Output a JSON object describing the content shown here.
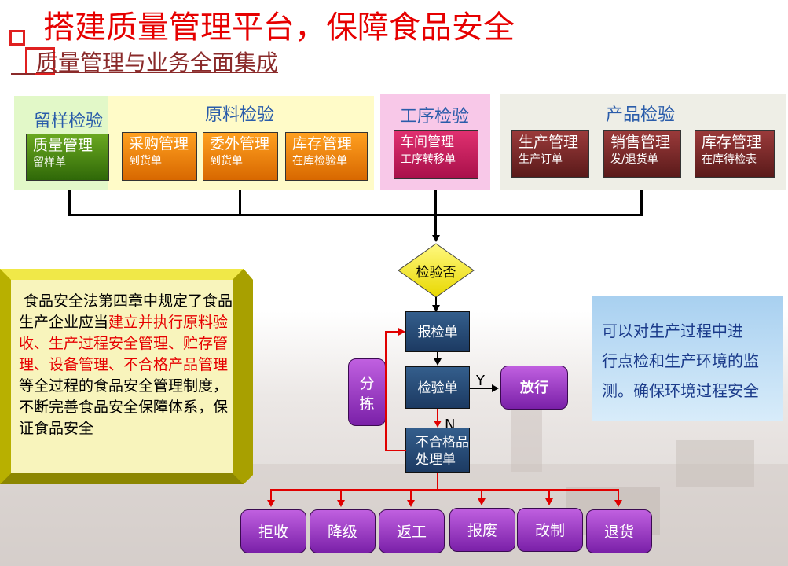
{
  "header": {
    "title": "搭建质量管理平台，保障食品安全",
    "subtitle": "质量管理与业务全面集成"
  },
  "groups": [
    {
      "label": "留样检验",
      "modules": [
        {
          "name": "质量管理",
          "doc": "留样单"
        }
      ]
    },
    {
      "label": "原料检验",
      "modules": [
        {
          "name": "采购管理",
          "doc": "到货单"
        },
        {
          "name": "委外管理",
          "doc": "到货单"
        },
        {
          "name": "库存管理",
          "doc": "在库检验单"
        }
      ]
    },
    {
      "label": "工序检验",
      "modules": [
        {
          "name": "车间管理",
          "doc": "工序转移单"
        }
      ]
    },
    {
      "label": "产品检验",
      "modules": [
        {
          "name": "生产管理",
          "doc": "生产订单"
        },
        {
          "name": "销售管理",
          "doc": "发/退货单"
        },
        {
          "name": "库存管理",
          "doc": "在库待检表"
        }
      ]
    }
  ],
  "colors": {
    "quality": "#4a8a10",
    "material": "#ff8c00",
    "process": "#c81a5a",
    "product": "#7a2a2a",
    "navy": "#1c3a62",
    "purple": "#9b3ec8",
    "title_red": "#e60000"
  },
  "flow": {
    "decision": "检验否",
    "report": "报检单",
    "inspect": "检验单",
    "release": "放行",
    "sort": "分拣",
    "sort_chars": [
      "分",
      "拣"
    ],
    "yes_label": "Y",
    "no_label": "N",
    "nonconform_line1": "不合格品",
    "nonconform_line2": "处理单",
    "outcomes": [
      "拒收",
      "降级",
      "返工",
      "报废",
      "改制",
      "退货"
    ]
  },
  "law_note": {
    "seg1": "食品安全法第四章中规定了食品生产企业应当",
    "seg2_red": "建立并执行原料验收、生产过程安全管理、贮存管理、设备管理、不合格产品管理",
    "seg3": "等全过程的食品安全管理制度，不断完善食品安全保障体系，保证食品安全"
  },
  "monitor_note": {
    "line1": "可以对生产过程中进",
    "line2": "行点检和生产环境的监",
    "line3": "测。确保环境过程安全"
  }
}
